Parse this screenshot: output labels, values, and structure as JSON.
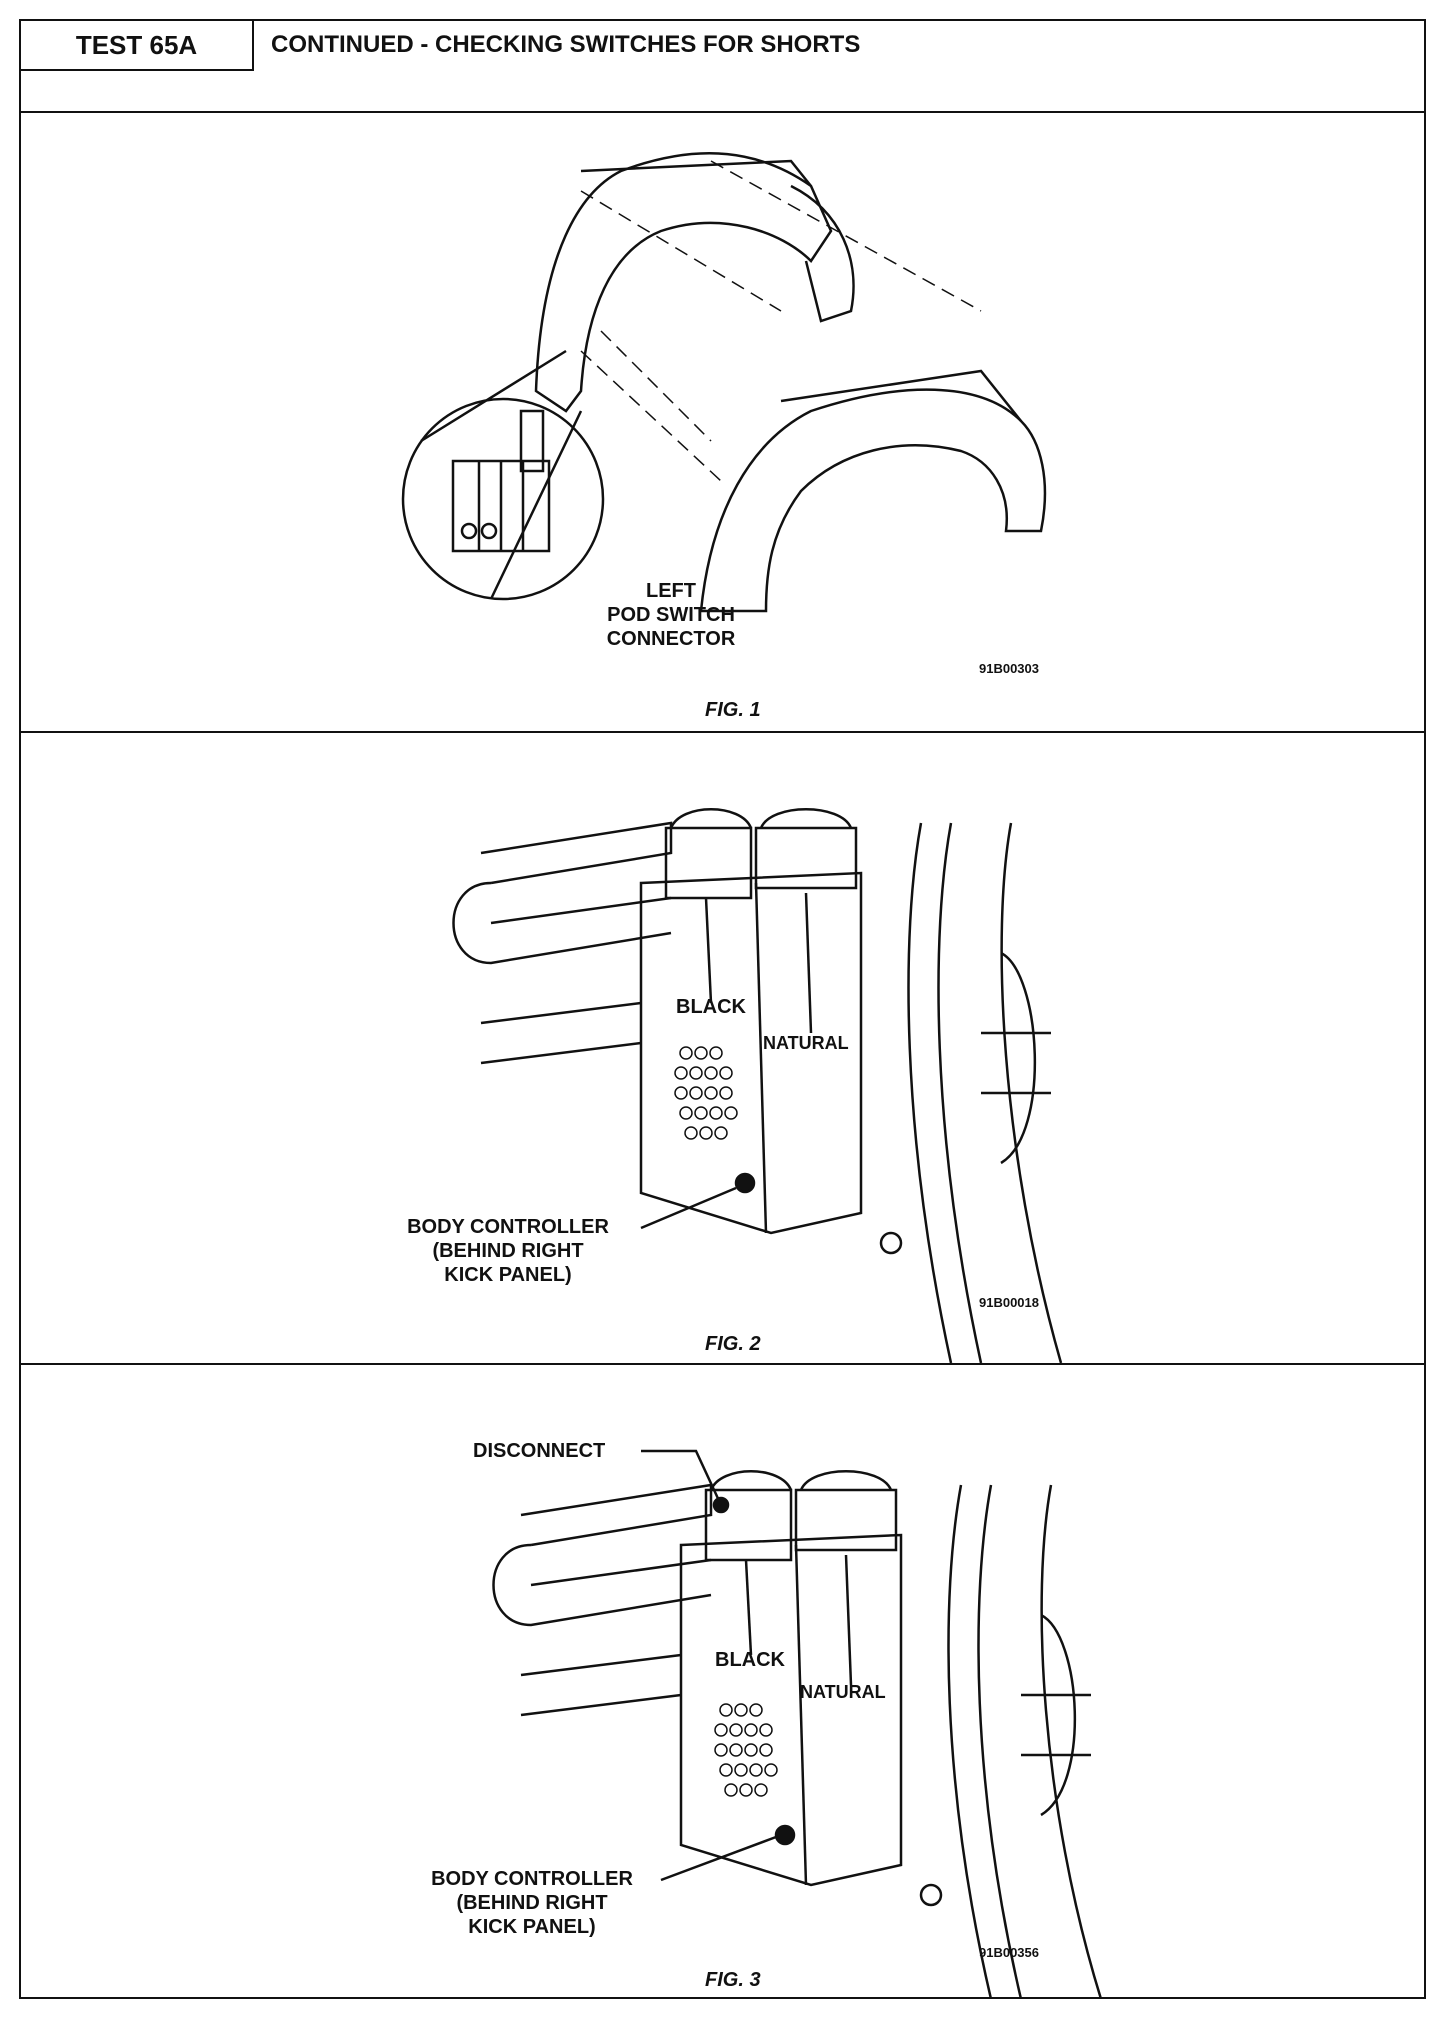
{
  "header": {
    "test_id": "TEST 65A",
    "title": "CONTINUED - CHECKING SWITCHES FOR SHORTS"
  },
  "figures": [
    {
      "caption": "FIG. 1",
      "code": "91B00303",
      "labels": {
        "connector": "LEFT\nPOD SWITCH\nCONNECTOR"
      }
    },
    {
      "caption": "FIG. 2",
      "code": "91B00018",
      "labels": {
        "black": "BLACK",
        "natural": "NATURAL",
        "controller": "BODY CONTROLLER\n(BEHIND RIGHT\nKICK PANEL)"
      }
    },
    {
      "caption": "FIG. 3",
      "code": "91B00356",
      "labels": {
        "disconnect": "DISCONNECT",
        "black": "BLACK",
        "natural": "NATURAL",
        "controller": "BODY CONTROLLER\n(BEHIND RIGHT\nKICK PANEL)"
      }
    }
  ]
}
